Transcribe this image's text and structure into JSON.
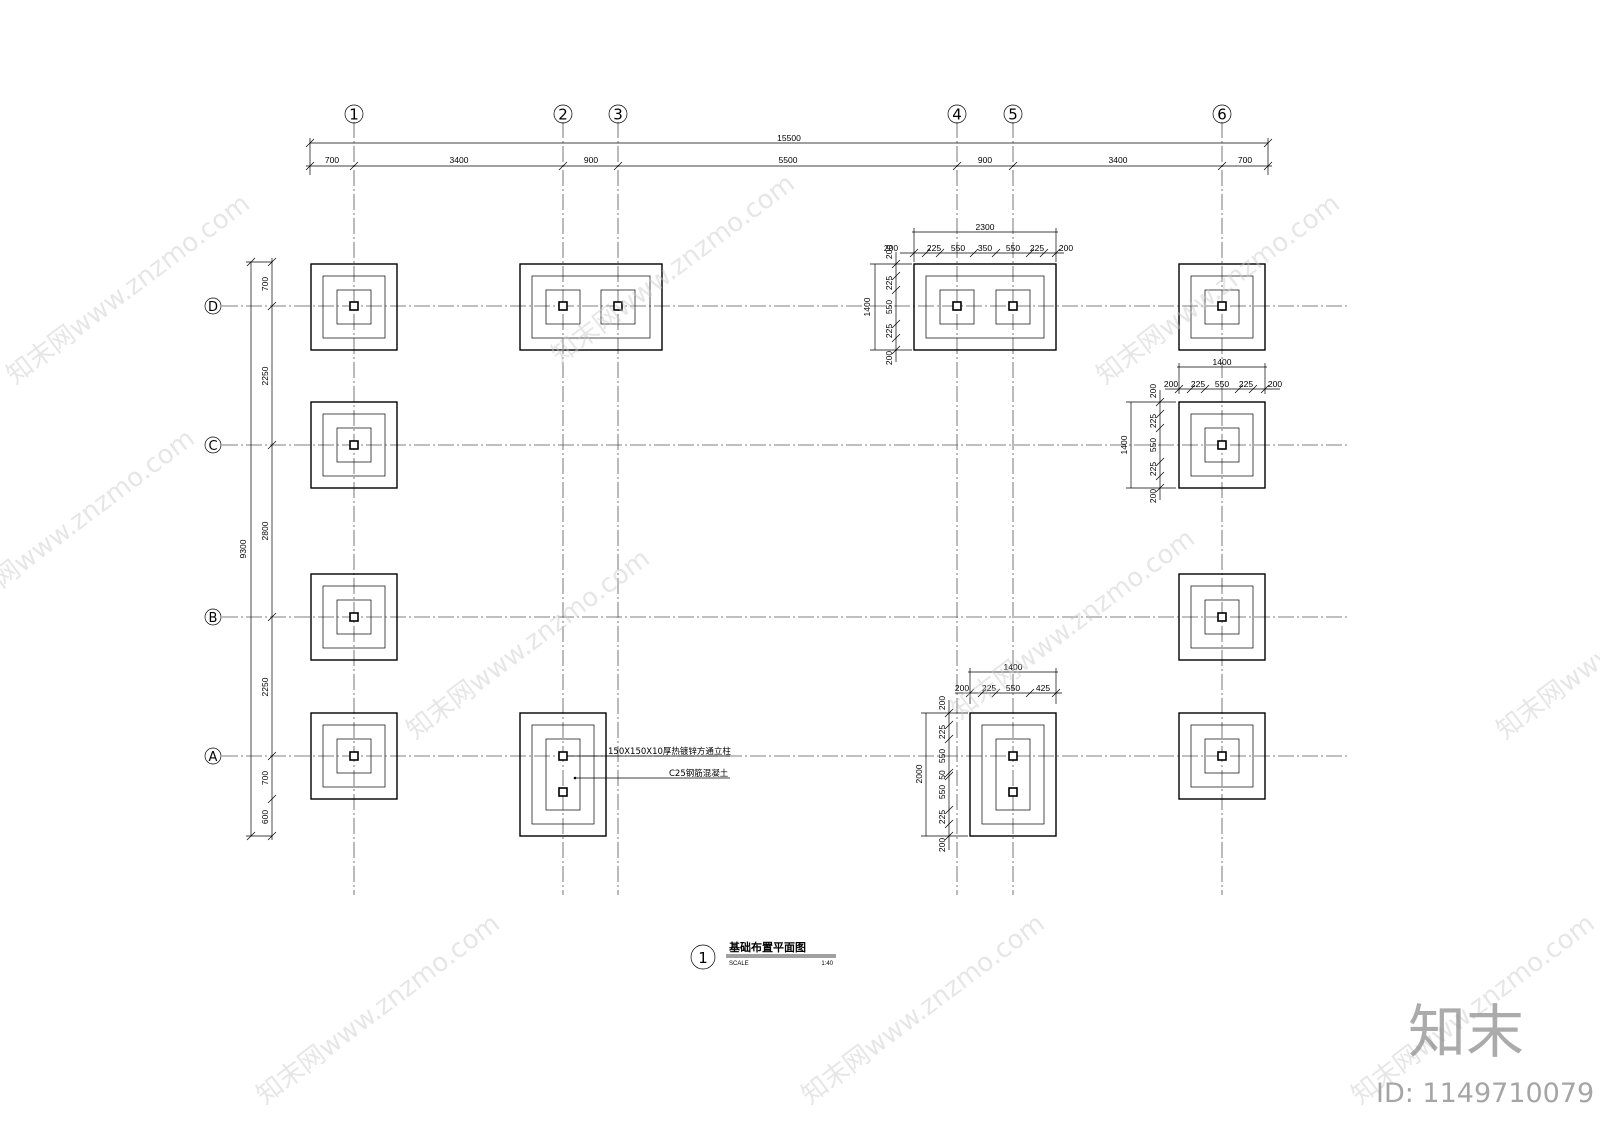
{
  "grid": {
    "column_labels": [
      "1",
      "2",
      "3",
      "4",
      "5",
      "6"
    ],
    "row_labels": [
      "D",
      "C",
      "B",
      "A"
    ]
  },
  "dimensions": {
    "overall_width": "15500",
    "column_segments": [
      "700",
      "3400",
      "900",
      "5500",
      "900",
      "3400",
      "700"
    ],
    "overall_height": "9300",
    "row_segments": [
      "700",
      "2250",
      "2800",
      "2250",
      "700",
      "600"
    ]
  },
  "detail_d45": {
    "width_total": "2300",
    "width_parts": [
      "200",
      "225",
      "550",
      "350",
      "550",
      "225",
      "200"
    ],
    "height_total": "1400",
    "height_parts": [
      "200",
      "225",
      "550",
      "225",
      "200"
    ]
  },
  "detail_c6": {
    "width_total": "1400",
    "width_parts": [
      "200",
      "225",
      "550",
      "225",
      "200"
    ],
    "height_total": "1400",
    "height_parts": [
      "200",
      "225",
      "550",
      "225",
      "200"
    ]
  },
  "detail_a5": {
    "width_total": "1400",
    "width_parts": [
      "200",
      "225",
      "550",
      "425"
    ],
    "height_total": "2000",
    "height_parts": [
      "200",
      "225",
      "550",
      "50",
      "550",
      "225",
      "200"
    ]
  },
  "notes": {
    "column_note": "150X150X10厚热镀锌方通立柱",
    "concrete_note": "C25钢筋混凝土"
  },
  "title_block": {
    "number": "1",
    "title": "基础布置平面图",
    "scale_label": "SCALE",
    "scale_value": "1:40"
  },
  "watermark": {
    "text": "知末网www.znzmo.com",
    "brand": "知末",
    "id": "ID: 1149710079"
  }
}
